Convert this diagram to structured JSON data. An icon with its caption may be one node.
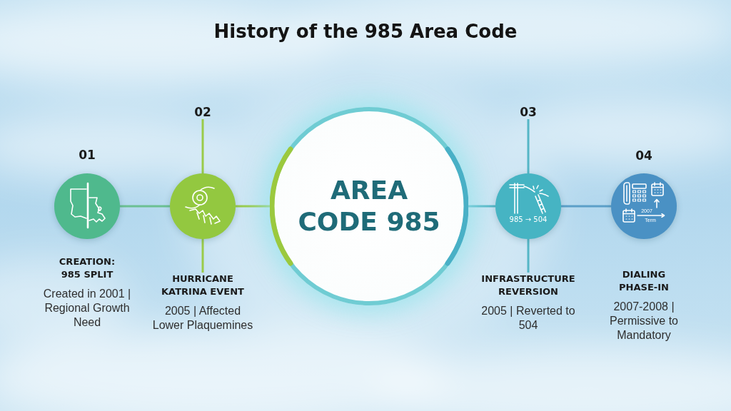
{
  "diagram": {
    "title": "History of the 985 Area Code",
    "nodes": [
      {
        "text": [
          "CREATION: 985 SPLIT",
          "Created in 2001 | Regional Growth Need"
        ],
        "beside": [
          "01"
        ]
      },
      {
        "text": [
          "02"
        ]
      },
      {
        "text": [],
        "shape": "circle"
      },
      {
        "text": [
          "HURRICANE KATRINA EVENT",
          "2005 | Affected Lower Plaquemines"
        ]
      },
      {
        "text": [
          "AREA CODE 985"
        ]
      },
      {
        "text": [
          "03"
        ]
      },
      {
        "text": [
          "985 → 504"
        ]
      },
      {
        "text": [
          "INFRASTRUCTURE REVERSION",
          "2005 | Reverted to 504"
        ]
      },
      {
        "text": [
          "2007",
          "Term",
          "DIALING PHASE-IN",
          "2007-2008 | Permissive to Mandatory"
        ],
        "beside": [
          "04"
        ]
      }
    ],
    "edges": [
      {
        "from": 0,
        "to": 2,
        "arrow": "none",
        "color": "#6cc092"
      },
      {
        "from": 1,
        "to": 2,
        "arrow": "none",
        "color": "#9acb4a"
      },
      {
        "from": 2,
        "to": 3,
        "arrow": "none",
        "color": "#9acb4a"
      },
      {
        "from": 2,
        "to": 4,
        "arrow": "none",
        "color": "#9acb4a"
      },
      {
        "from": 4,
        "to": 6,
        "arrow": "none",
        "color": "#55b6c6"
      },
      {
        "from": 5,
        "to": 6,
        "arrow": "none",
        "color": "#55b6c6"
      },
      {
        "from": 6,
        "to": 7,
        "arrow": "none",
        "color": "#55b6c6"
      },
      {
        "from": 6,
        "to": 8,
        "arrow": "none",
        "color": "#5c9fc8"
      }
    ]
  }
}
